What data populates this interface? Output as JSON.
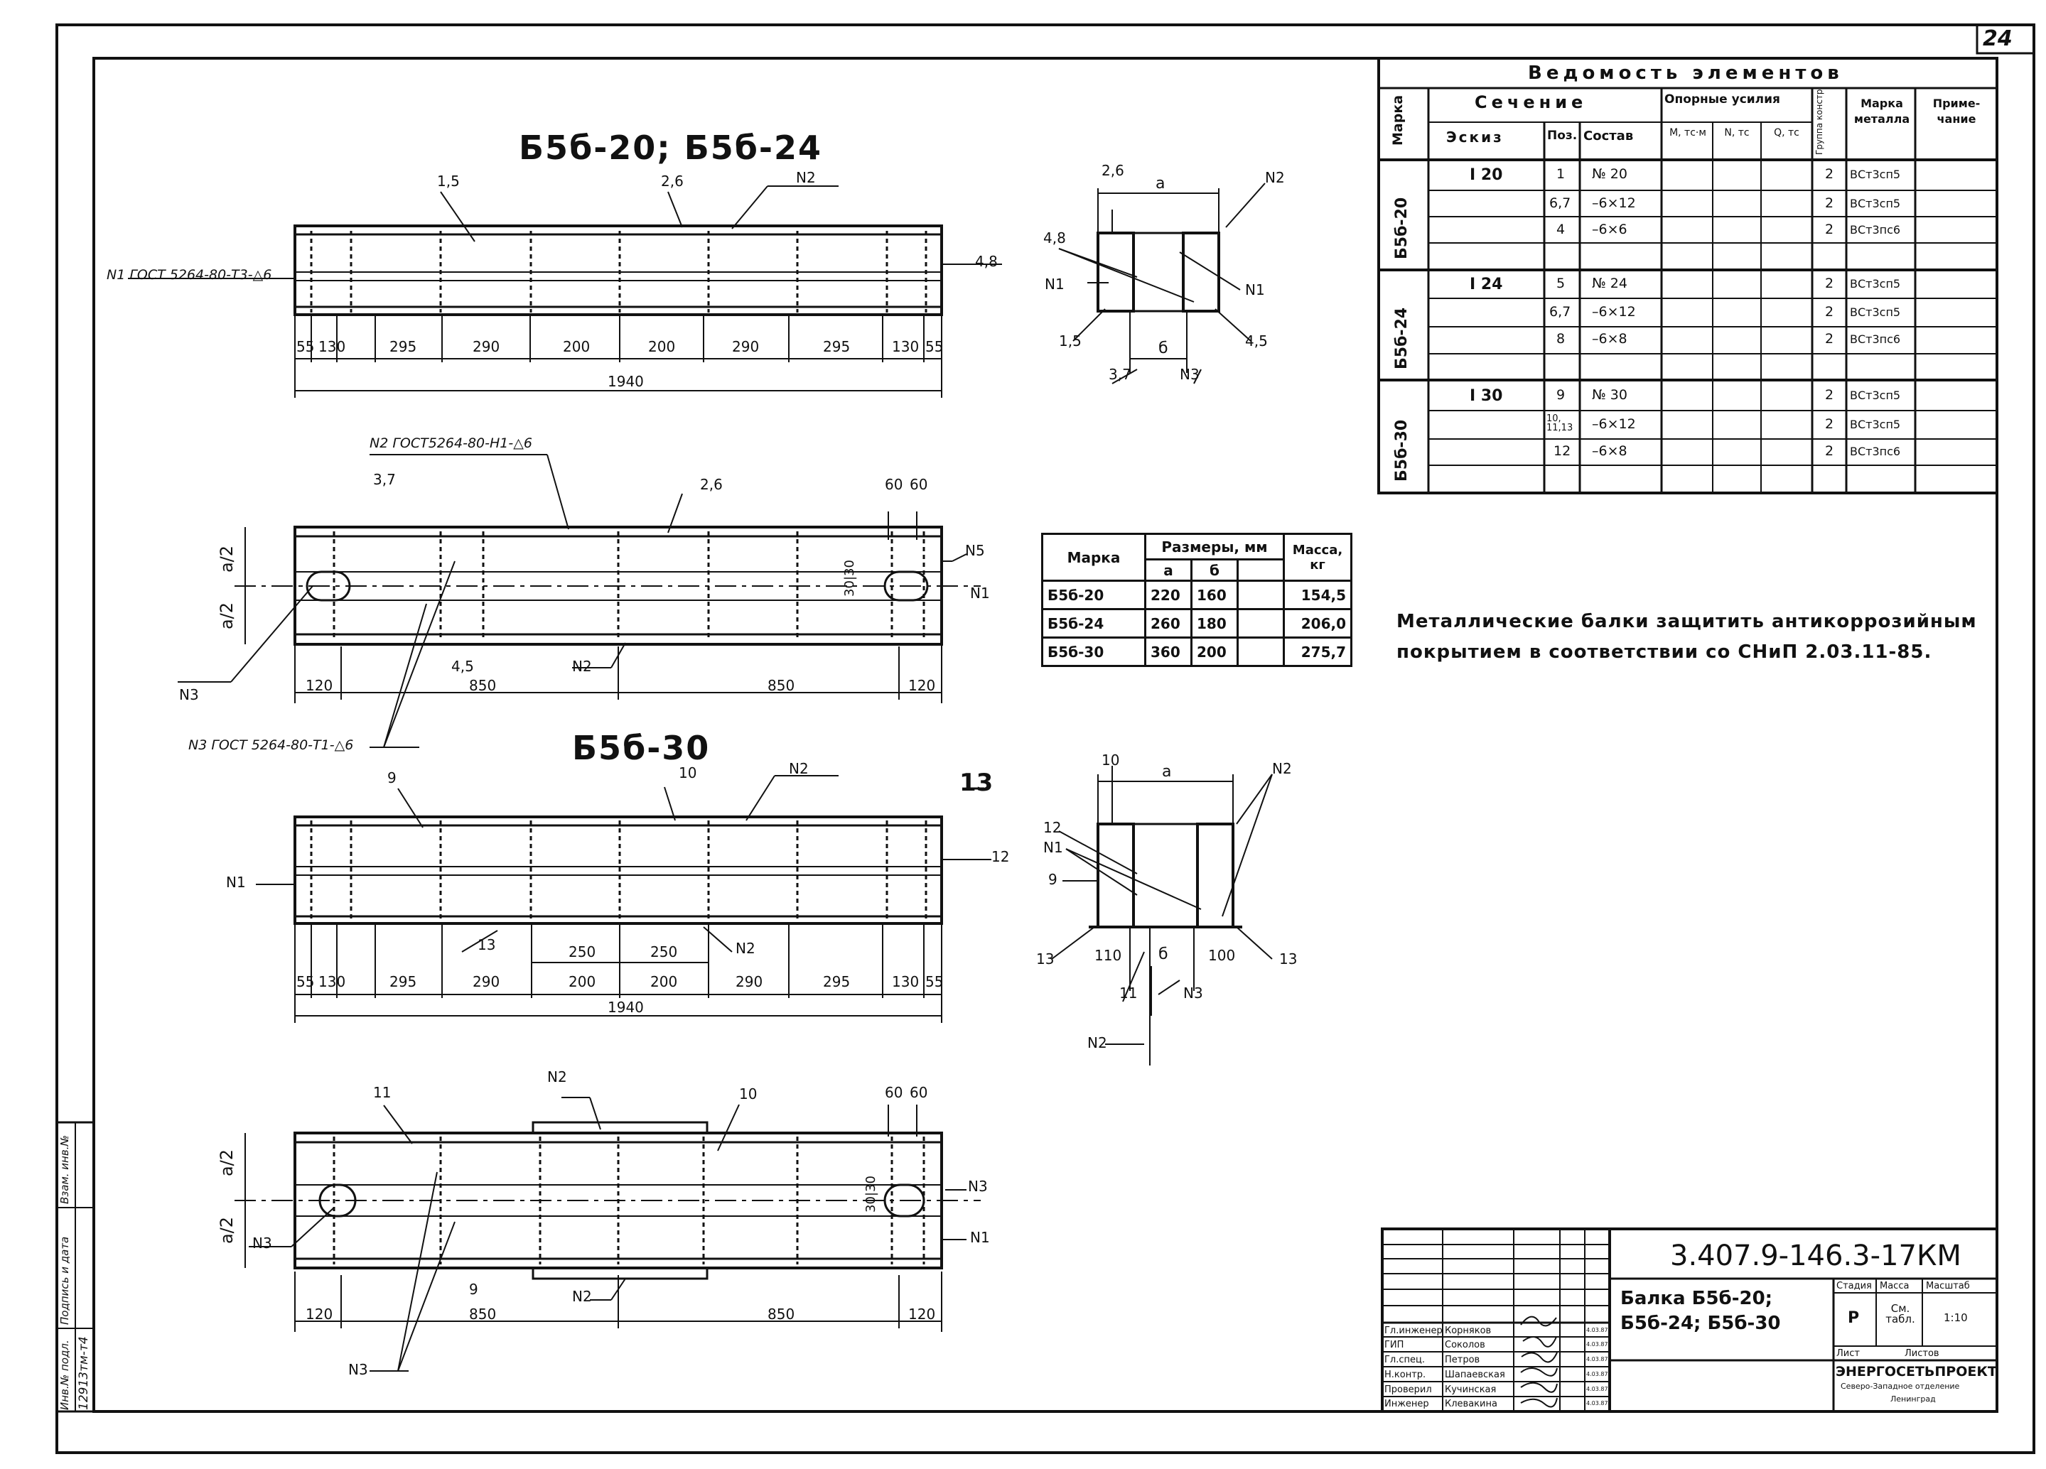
{
  "sheet_number": "24",
  "drawings": {
    "top_title": "Б5б-20; Б5б-24",
    "bottom_title": "Б5б-30",
    "section_label": "13",
    "welds": {
      "n1": "N1 ГОСТ 5264-80-Т3-△6",
      "n2": "N2 ГОСТ5264-80-Н1-△6",
      "n3": "N3 ГОСТ 5264-80-Т1-△6",
      "n1_short": "N1",
      "n2_short": "N2",
      "n3_short": "N3",
      "n5_short": "N5"
    },
    "pos": [
      "1,5",
      "2,6",
      "4,8",
      "3,7",
      "1,5",
      "4,5",
      "9",
      "10",
      "11",
      "12",
      "13"
    ],
    "dims_top": [
      "55",
      "130",
      "295",
      "290",
      "200",
      "200",
      "290",
      "295",
      "130",
      "55"
    ],
    "total_length": "1940",
    "dims_mid": [
      "120",
      "850",
      "850",
      "120"
    ],
    "dims_holes": [
      "60",
      "60"
    ],
    "dims_hole_v": "30|30",
    "dims_bottom_extra": [
      "250",
      "250"
    ],
    "half_a": "а/2",
    "sec_a": "а",
    "sec_b": "б",
    "sec_110": "110",
    "sec_100": "100"
  },
  "schedule": {
    "title": "Ведомость элементов",
    "headers": {
      "marka": "Марка",
      "section": "Сечение",
      "sketch": "Эскиз",
      "pos": "Поз.",
      "sostav": "Состав",
      "loads": "Опорные усилия",
      "m": "М, тс·м",
      "n": "N, тс",
      "q": "Q, тс",
      "group": "Группа констр.",
      "steel": "Марка металла",
      "note": "Приме-чание"
    },
    "groups": [
      {
        "marka": "Б5б-20",
        "sketch": "I 20",
        "rows": [
          {
            "pos": "1",
            "sostav": "№ 20",
            "group": "2",
            "steel": "ВСт3сп5"
          },
          {
            "pos": "6,7",
            "sostav": "–6×12",
            "group": "2",
            "steel": "ВСт3сп5"
          },
          {
            "pos": "4",
            "sostav": "–6×6",
            "group": "2",
            "steel": "ВСт3пс6"
          }
        ]
      },
      {
        "marka": "Б5б-24",
        "sketch": "I 24",
        "rows": [
          {
            "pos": "5",
            "sostav": "№ 24",
            "group": "2",
            "steel": "ВСт3сп5"
          },
          {
            "pos": "6,7",
            "sostav": "–6×12",
            "group": "2",
            "steel": "ВСт3сп5"
          },
          {
            "pos": "8",
            "sostav": "–6×8",
            "group": "2",
            "steel": "ВСт3пс6"
          }
        ]
      },
      {
        "marka": "Б5б-30",
        "sketch": "I 30",
        "rows": [
          {
            "pos": "9",
            "sostav": "№ 30",
            "group": "2",
            "steel": "ВСт3сп5"
          },
          {
            "pos": "10, 11,13",
            "sostav": "–6×12",
            "group": "2",
            "steel": "ВСт3сп5"
          },
          {
            "pos": "12",
            "sostav": "–6×8",
            "group": "2",
            "steel": "ВСт3пс6"
          }
        ]
      }
    ]
  },
  "mass_table": {
    "h_marka": "Марка",
    "h_size": "Размеры, мм",
    "h_mass": "Масса, кг",
    "h_a": "а",
    "h_b": "б",
    "rows": [
      {
        "marka": "Б5б-20",
        "a": "220",
        "b": "160",
        "mass": "154,5"
      },
      {
        "marka": "Б5б-24",
        "a": "260",
        "b": "180",
        "mass": "206,0"
      },
      {
        "marka": "Б5б-30",
        "a": "360",
        "b": "200",
        "mass": "275,7"
      }
    ]
  },
  "note": {
    "line1": "Металлические балки защитить антикоррозийным",
    "line2": "покрытием в соответствии со СНиП 2.03.11-85."
  },
  "title_block": {
    "code": "3.407.9-146.3-17КМ",
    "name_line1": "Балка Б5б-20;",
    "name_line2": "Б5б-24; Б5б-30",
    "stage_h": "Стадия",
    "mass_h": "Масса",
    "scale_h": "Масштаб",
    "stage": "Р",
    "mass": "См. табл.",
    "scale": "1:10",
    "sheet": "Лист",
    "sheets": "Листов",
    "org_line1": "ЭНЕРГОСЕТЬПРОЕКТ",
    "org_line2": "Северо-Западное отделение",
    "org_line3": "Ленинград",
    "staff": [
      {
        "role": "Гл.инженер",
        "name": "Корняков",
        "date": "4.03.87"
      },
      {
        "role": "ГИП",
        "name": "Соколов",
        "date": "4.03.87"
      },
      {
        "role": "Гл.спец.",
        "name": "Петров",
        "date": "4.03.87"
      },
      {
        "role": "Н.контр.",
        "name": "Шапаевская",
        "date": "4.03.87"
      },
      {
        "role": "Проверил",
        "name": "Кучинская",
        "date": "4.03.87"
      },
      {
        "role": "Инженер",
        "name": "Клевакина",
        "date": "4.03.87"
      }
    ]
  },
  "side_stamp": {
    "inv": "Инв.№ подл.",
    "sign": "Подпись и дата",
    "vz": "Взам. инв.№",
    "number": "12913тм-т4"
  }
}
